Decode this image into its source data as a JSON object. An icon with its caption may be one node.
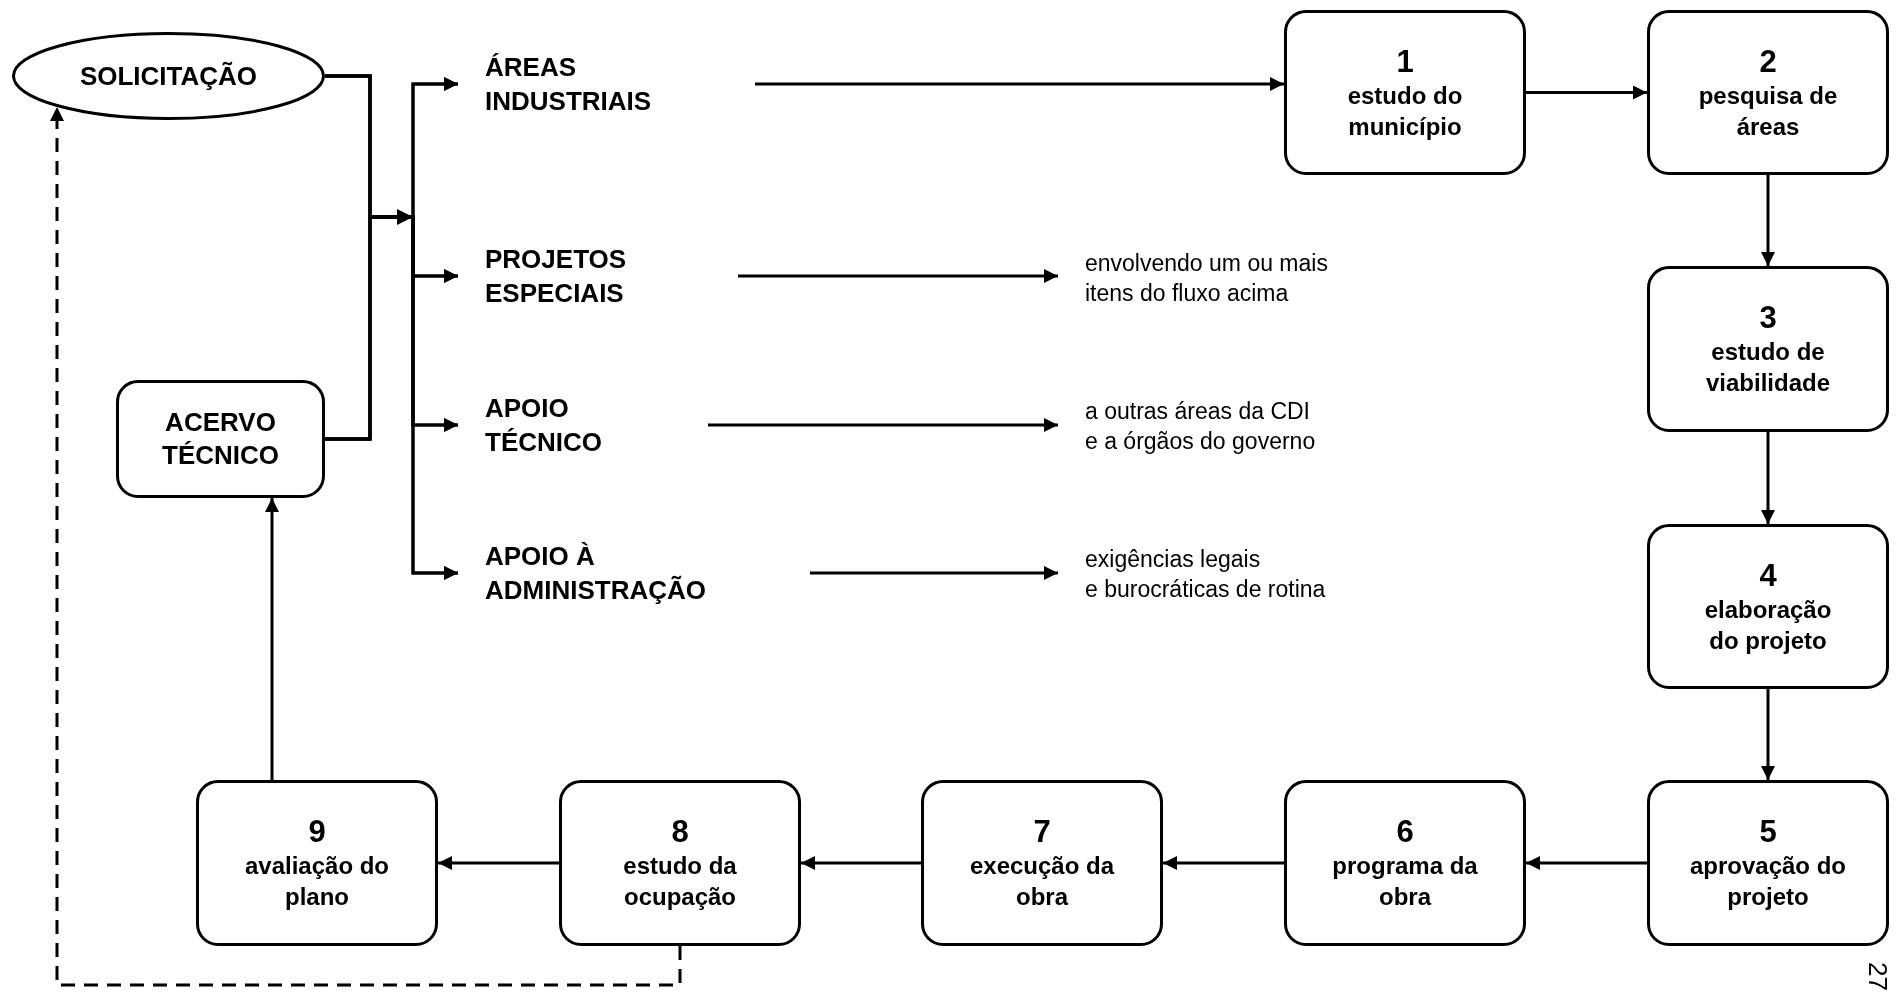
{
  "diagram": {
    "nodes": [
      {
        "text": [
          "SOLICITAÇÃO"
        ]
      },
      {
        "text": [
          "ACERVO TÉCNICO"
        ]
      },
      {
        "text": [
          "ÁREAS INDUSTRIAIS"
        ]
      },
      {
        "text": [
          "PROJETOS ESPECIAIS"
        ]
      },
      {
        "text": [
          "APOIO TÉCNICO"
        ]
      },
      {
        "text": [
          "APOIO À ADMINISTRAÇÃO"
        ]
      },
      {
        "text": [
          "envolvendo um ou mais itens do fluxo acima"
        ]
      },
      {
        "text": [
          "a outras áreas da CDI e a órgãos do governo"
        ]
      },
      {
        "text": [
          "exigências legais e burocráticas de rotina"
        ]
      },
      {
        "text": [
          "1",
          "estudo do município"
        ]
      },
      {
        "text": [
          "2",
          "pesquisa de áreas"
        ]
      },
      {
        "text": [
          "3",
          "estudo de viabilidade"
        ]
      },
      {
        "text": [
          "4",
          "elaboração do projeto"
        ]
      },
      {
        "text": [
          "5",
          "aprovação do projeto"
        ]
      },
      {
        "text": [
          "6",
          "programa da obra"
        ]
      },
      {
        "text": [
          "7",
          "execução da obra"
        ]
      },
      {
        "text": [
          "8",
          "estudo da ocupação"
        ]
      },
      {
        "text": [
          "9",
          "avaliação do plano"
        ]
      }
    ],
    "edges": [
      {
        "from": 0,
        "to": 2,
        "arrow": "to"
      },
      {
        "from": 0,
        "to": 3,
        "arrow": "to"
      },
      {
        "from": 0,
        "to": 4,
        "arrow": "to"
      },
      {
        "from": 0,
        "to": 5,
        "arrow": "to"
      },
      {
        "from": 1,
        "to": 2,
        "arrow": "to"
      },
      {
        "from": 1,
        "to": 3,
        "arrow": "to"
      },
      {
        "from": 1,
        "to": 4,
        "arrow": "to"
      },
      {
        "from": 1,
        "to": 5,
        "arrow": "to"
      },
      {
        "from": 2,
        "to": 9,
        "arrow": "to"
      },
      {
        "from": 9,
        "to": 10,
        "arrow": "to"
      },
      {
        "from": 10,
        "to": 11,
        "arrow": "to"
      },
      {
        "from": 11,
        "to": 12,
        "arrow": "to"
      },
      {
        "from": 12,
        "to": 13,
        "arrow": "to"
      },
      {
        "from": 13,
        "to": 14,
        "arrow": "to"
      },
      {
        "from": 14,
        "to": 15,
        "arrow": "to"
      },
      {
        "from": 15,
        "to": 16,
        "arrow": "to"
      },
      {
        "from": 16,
        "to": 17,
        "arrow": "to"
      },
      {
        "from": 17,
        "to": 1,
        "arrow": "to"
      },
      {
        "from": 16,
        "to": 0,
        "arrow": "to",
        "style": "dashed"
      },
      {
        "from": 3,
        "to": 6,
        "arrow": "to"
      },
      {
        "from": 4,
        "to": 7,
        "arrow": "to"
      },
      {
        "from": 5,
        "to": 8,
        "arrow": "to"
      }
    ],
    "labels": [
      "27"
    ]
  }
}
